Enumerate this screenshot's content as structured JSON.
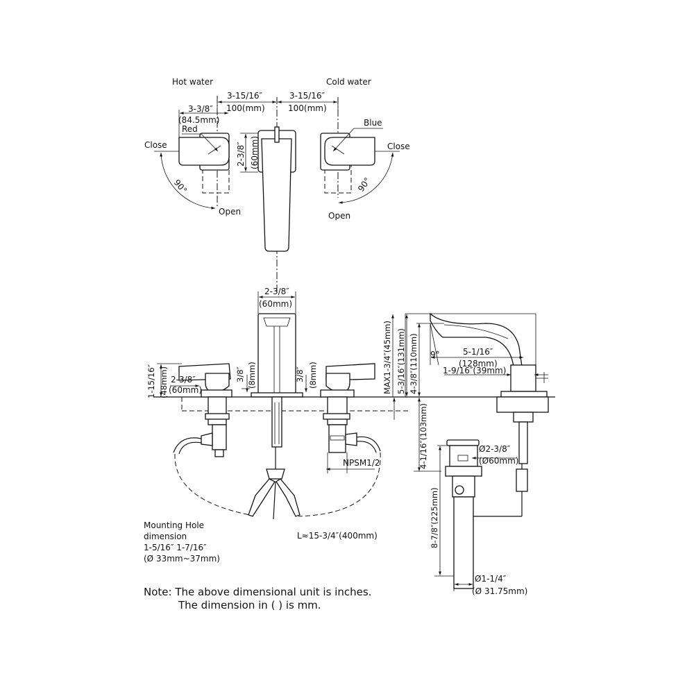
{
  "top_view": {
    "hot_water": "Hot water",
    "cold_water": "Cold water",
    "spacing_left_in": "3-15/16″",
    "spacing_left_mm": "100(mm)",
    "spacing_right_in": "3-15/16″",
    "spacing_right_mm": "100(mm)",
    "handle_width_in": "3-3/8″",
    "handle_width_mm": "(84.5mm)",
    "red": "Red",
    "blue": "Blue",
    "close_left": "Close",
    "close_right": "Close",
    "open_left": "Open",
    "open_right": "Open",
    "angle_left": "90°",
    "angle_right": "90°",
    "spout_width_in": "2-3/8″",
    "spout_width_mm": "(60mm)"
  },
  "front_view": {
    "spout_base_in": "2-3/8″",
    "spout_base_mm": "(60mm)",
    "handle_height_in": "1-15/16″",
    "handle_height_mm": "(48mm)",
    "handle_base_in": "2-3/8″",
    "handle_base_mm": "(60mm)",
    "escutcheon_left_in": "3/8″",
    "escutcheon_left_mm": "(8mm)",
    "escutcheon_right_in": "3/8″",
    "escutcheon_right_mm": "(8mm)",
    "thread": "NPSM1/2",
    "hose_length": "L≈15-3/4″(400mm)",
    "mounting_title": "Mounting Hole",
    "mounting_sub": "dimension",
    "mounting_range": "1-5/16″ 1-7/16″",
    "mounting_mm": "(Ø 33mm~37mm)"
  },
  "side_view": {
    "max_deck": "MAX1-3/4″(45mm)",
    "total_height": "5-3/16″(131mm)",
    "spout_height": "4-3/8″(110mm)",
    "reach_in": "5-1/16″",
    "reach_mm": "(128mm)",
    "tilt_angle": "9°",
    "aerator_in": "1-9/16″(39mm)",
    "below_deck": "4-1/16″(103mm)",
    "drain_head_in": "Ø2-3/8″",
    "drain_head_mm": "(Ø60mm)",
    "drain_length": "8-7/8″(225mm)",
    "tail_dia_in": "Ø1-1/4″",
    "tail_dia_mm": "(Ø 31.75mm)"
  },
  "note": {
    "line1": "Note: The above dimensional unit is inches.",
    "line2": "The dimension in ( ) is mm."
  }
}
